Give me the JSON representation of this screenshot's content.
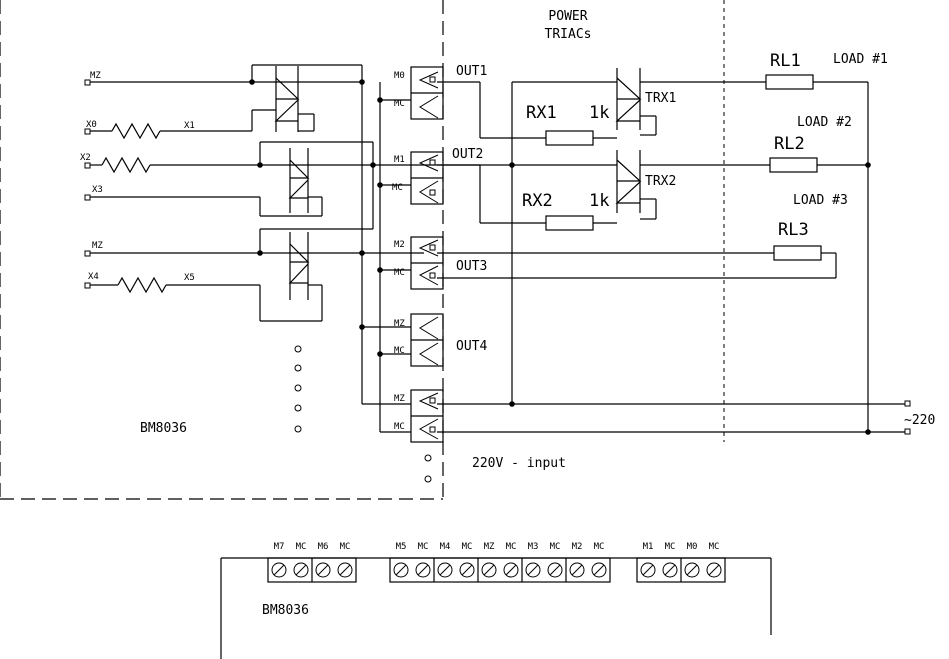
{
  "labels": {
    "power_triacs": [
      "POWER",
      "TRIACs"
    ],
    "mz1": "MZ",
    "x0": "X0",
    "x1": "X1",
    "x2": "X2",
    "x3": "X3",
    "mz2": "MZ",
    "x4": "X4",
    "x5": "X5",
    "term_m0": "M0",
    "term_mc1": "MC",
    "term_m1": "M1",
    "term_mc2": "MC",
    "term_m2": "M2",
    "term_mc3": "MC",
    "term_mz1": "MZ",
    "term_mc4": "MC",
    "term_mz2": "MZ",
    "term_mc5": "MC",
    "out1": "OUT1",
    "out2": "OUT2",
    "out3": "OUT3",
    "out4": "OUT4",
    "rx1": "RX1",
    "rx1_val": "1k",
    "rx2": "RX2",
    "rx2_val": "1k",
    "trx1": "TRX1",
    "trx2": "TRX2",
    "rl1": "RL1",
    "rl2": "RL2",
    "rl3": "RL3",
    "load1": "LOAD #1",
    "load2": "LOAD #2",
    "load3": "LOAD #3",
    "mains": "~220",
    "module": "BM8036",
    "input": "220V - input"
  },
  "board": {
    "name": "BM8036",
    "terminals": [
      "M7",
      "MC",
      "M6",
      "MC",
      "M5",
      "MC",
      "M4",
      "MC",
      "MZ",
      "MC",
      "M3",
      "MC",
      "M2",
      "MC",
      "M1",
      "MC",
      "M0",
      "MC"
    ]
  }
}
